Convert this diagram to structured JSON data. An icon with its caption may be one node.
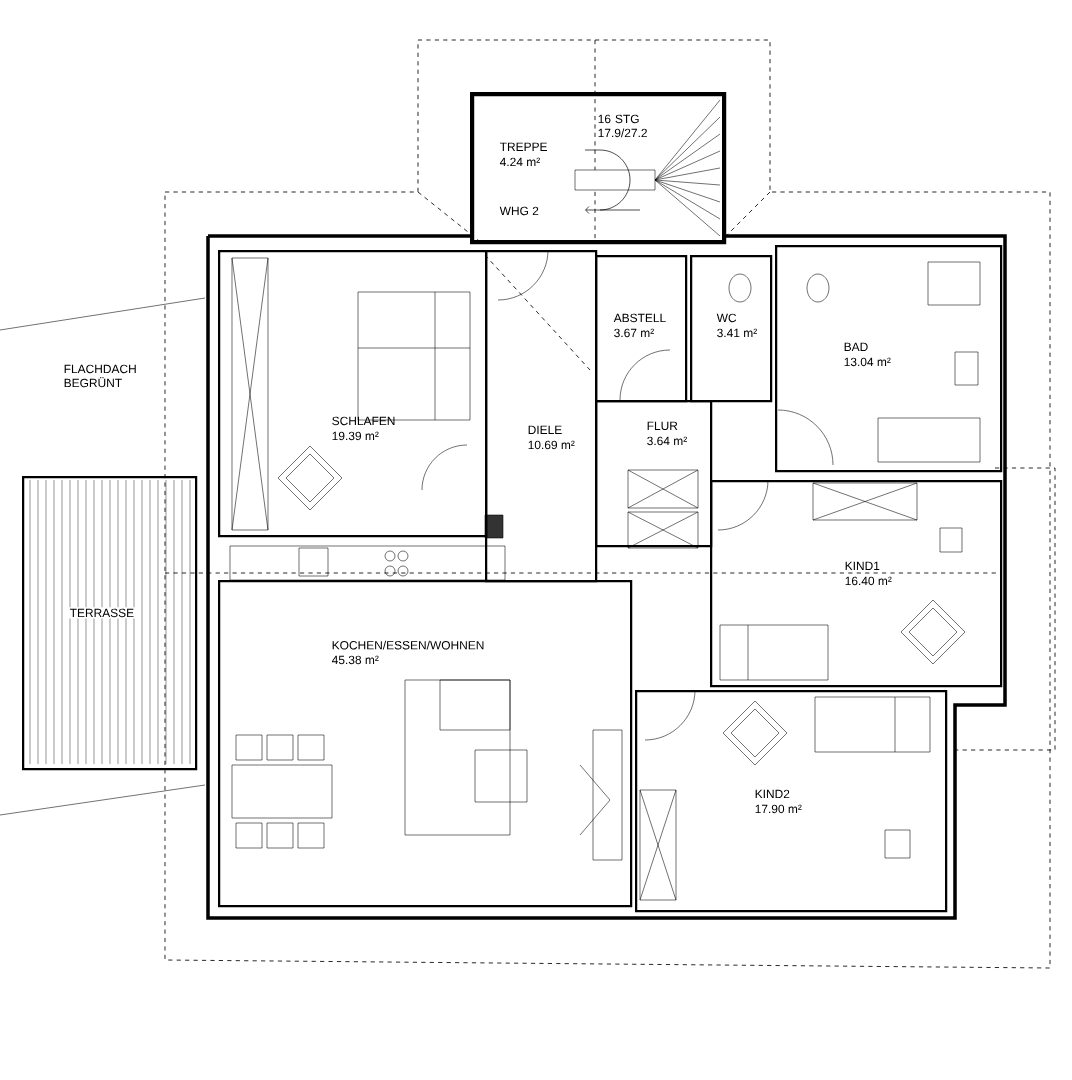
{
  "diagram": {
    "nodes": [
      {
        "text": [
          "TREPPE",
          "4.24 m²",
          "WHG 2"
        ]
      },
      {
        "text": [
          "SCHLAFEN",
          "19.39 m²"
        ]
      },
      {
        "text": [
          "DIELE",
          "10.69 m²"
        ]
      },
      {
        "text": [
          "ABSTELL",
          "3.67 m²"
        ]
      },
      {
        "text": [
          "WC",
          "3.41 m²"
        ]
      },
      {
        "text": [
          "BAD",
          "13.04 m²"
        ]
      },
      {
        "text": [
          "FLUR",
          "3.64 m²"
        ]
      },
      {
        "text": [
          "KIND1",
          "16.40 m²"
        ]
      },
      {
        "text": [
          "TERRASSE"
        ]
      },
      {
        "text": [
          "KOCHEN/ESSEN/WOHNEN",
          "45.38 m²"
        ]
      },
      {
        "text": [
          "KIND2",
          "17.90 m²"
        ]
      }
    ],
    "labels": [
      "16 STG 17.9/27.2",
      "FLACHDACH BEGRÜNT"
    ]
  }
}
